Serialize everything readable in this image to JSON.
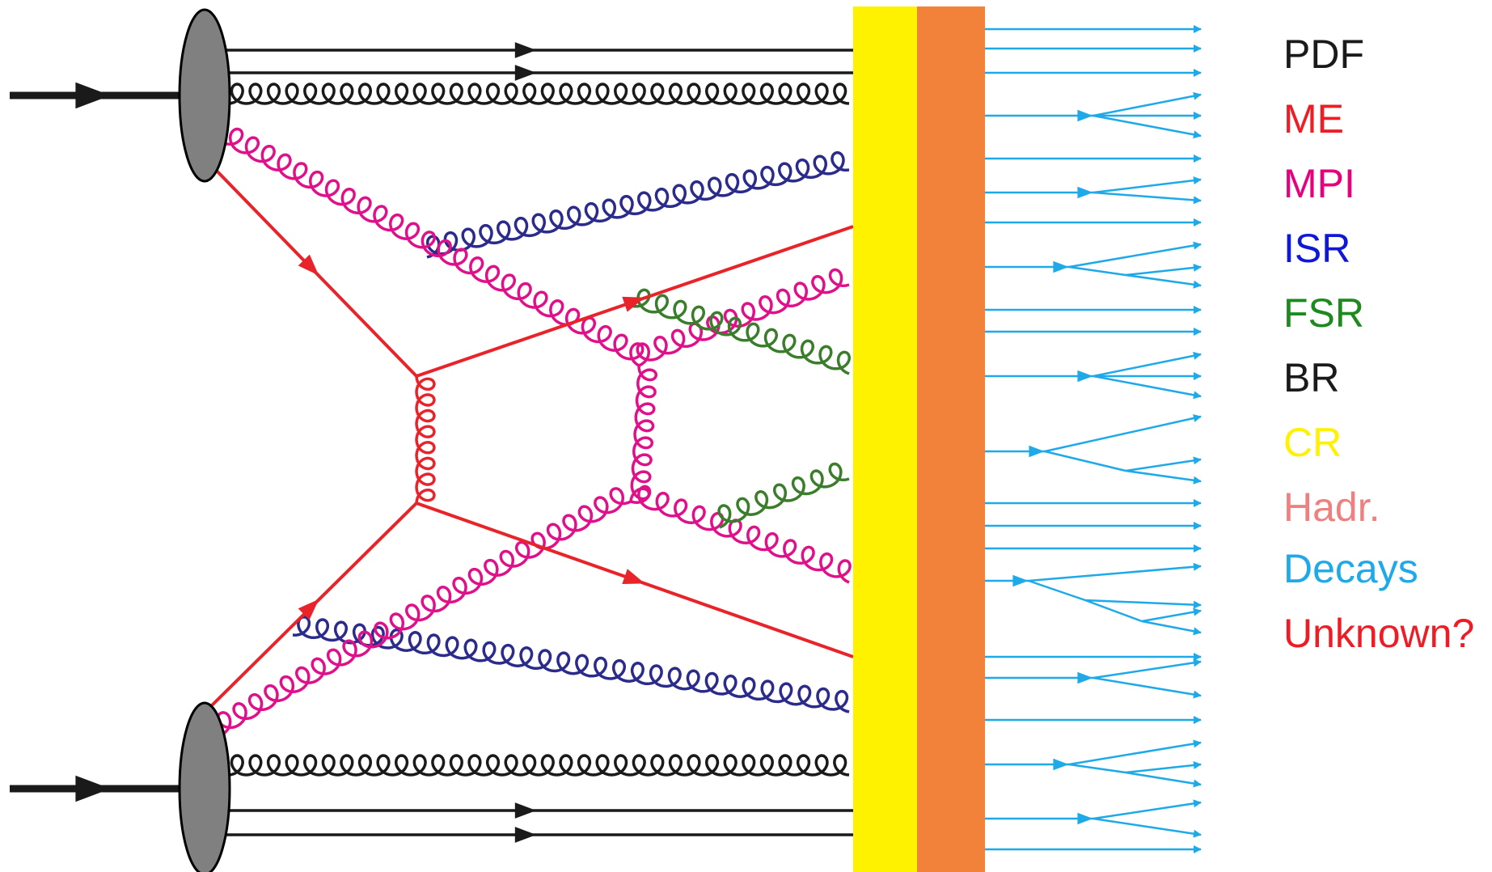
{
  "legend": [
    {
      "id": "pdf",
      "text": "PDF",
      "color": "#1a1a1a"
    },
    {
      "id": "me",
      "text": "ME",
      "color": "#ee1c25"
    },
    {
      "id": "mpi",
      "text": "MPI",
      "color": "#e6007e"
    },
    {
      "id": "isr",
      "text": "ISR",
      "color": "#1018d8"
    },
    {
      "id": "fsr",
      "text": "FSR",
      "color": "#1d8a1d"
    },
    {
      "id": "br",
      "text": "BR",
      "color": "#1a1a1a"
    },
    {
      "id": "cr",
      "text": "CR",
      "color": "#fff200"
    },
    {
      "id": "hadr",
      "text": "Hadr.",
      "color": "#f08080"
    },
    {
      "id": "decays",
      "text": "Decays",
      "color": "#1ea9e8"
    },
    {
      "id": "unknown",
      "text": "Unknown?",
      "color": "#ee1c25"
    }
  ],
  "colors": {
    "proton_blob": "#808080",
    "beam": "#1a1a1a",
    "pdf_gluon": "#1a1a1a",
    "me": "#e8232a",
    "mpi": "#e0108a",
    "isr": "#2b2b8c",
    "fsr": "#3a7d2a",
    "color_reconnection_band": "#fff200",
    "hadronization_band": "#f2823a",
    "decay_arrows": "#1ea9e8"
  }
}
